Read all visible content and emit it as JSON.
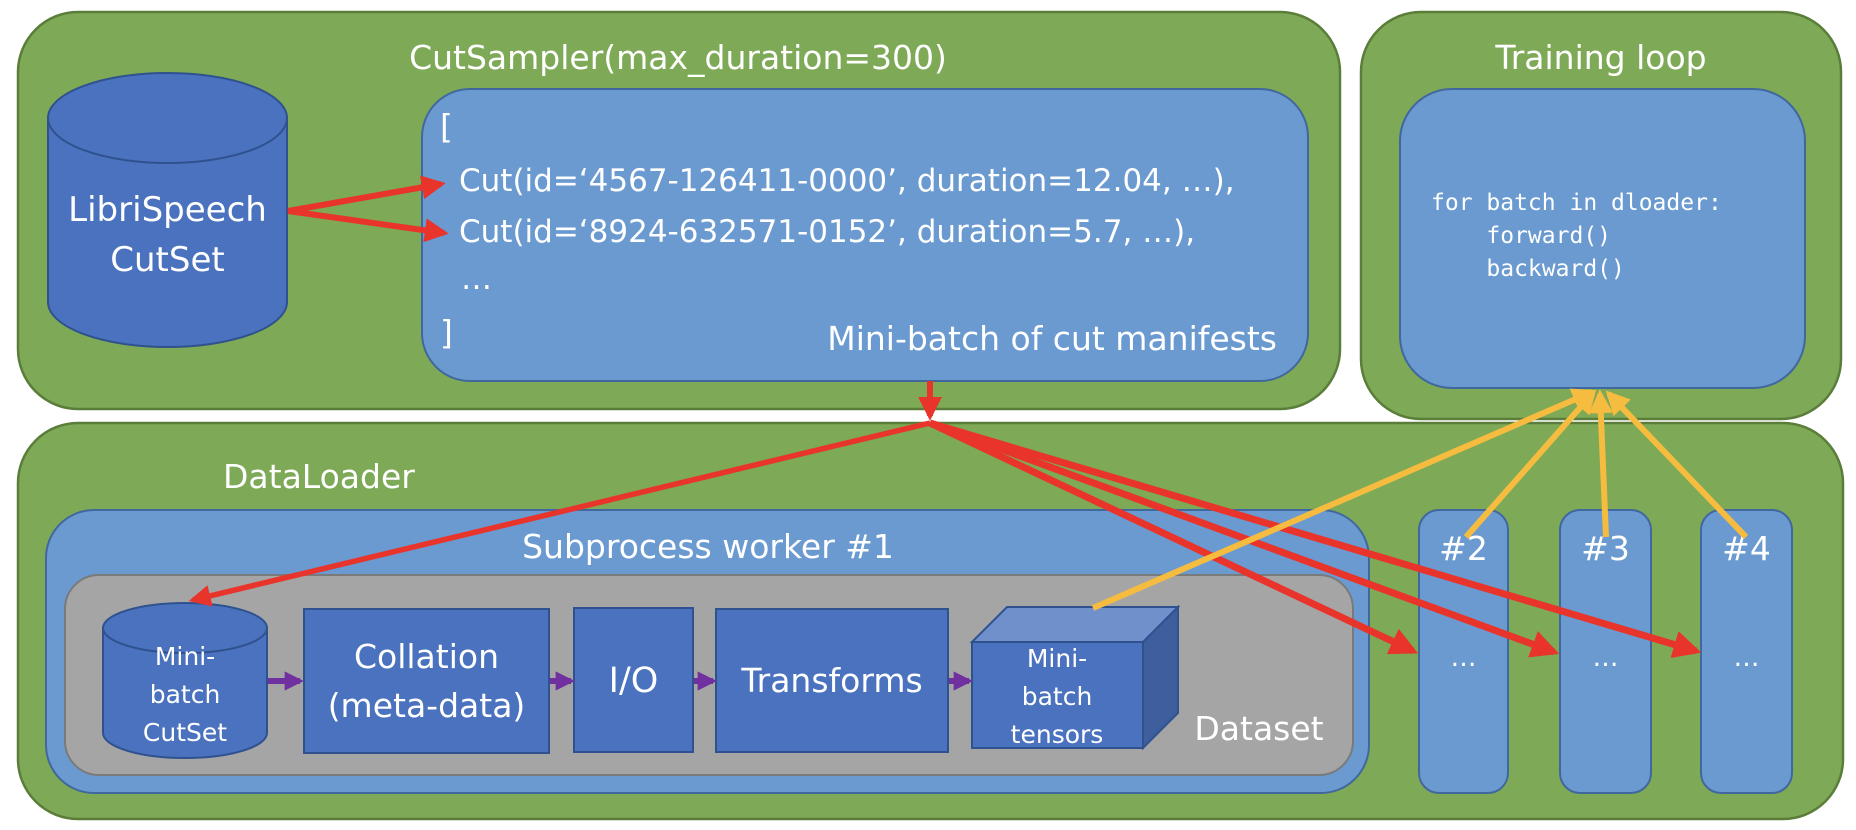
{
  "colors": {
    "container_green": "#7EA956",
    "panel_light_blue": "#6A9AD0",
    "block_dark_blue": "#4A72BE",
    "dataset_gray": "#A5A5A5",
    "sampler_arrow_red": "#E8342A",
    "result_arrow_yellow": "#F5BC40",
    "pipeline_arrow_purple": "#7030A0"
  },
  "cut_sampler": {
    "title": "CutSampler(max_duration=300)",
    "source": {
      "line1": "LibriSpeech",
      "line2": "CutSet"
    },
    "manifest": {
      "open_bracket": "[",
      "items": [
        "Cut(id=‘4567-126411-0000’, duration=12.04, …),",
        "Cut(id=‘8924-632571-0152’, duration=5.7, …),"
      ],
      "ellipsis": "…",
      "close_bracket": "]",
      "caption": "Mini-batch of cut manifests"
    }
  },
  "training_loop": {
    "title": "Training loop",
    "code": [
      "for batch in dloader:",
      "    forward()",
      "    backward()"
    ]
  },
  "dataloader": {
    "title": "DataLoader",
    "worker1": {
      "title": "Subprocess worker #1",
      "dataset_label": "Dataset",
      "stages": {
        "input": [
          "Mini-",
          "batch",
          "CutSet"
        ],
        "collation": [
          "Collation",
          "(meta-data)"
        ],
        "io": "I/O",
        "transforms": "Transforms",
        "output": [
          "Mini-",
          "batch",
          "tensors"
        ]
      }
    },
    "other_workers": [
      {
        "label": "#2",
        "content": "…"
      },
      {
        "label": "#3",
        "content": "…"
      },
      {
        "label": "#4",
        "content": "…"
      }
    ]
  }
}
